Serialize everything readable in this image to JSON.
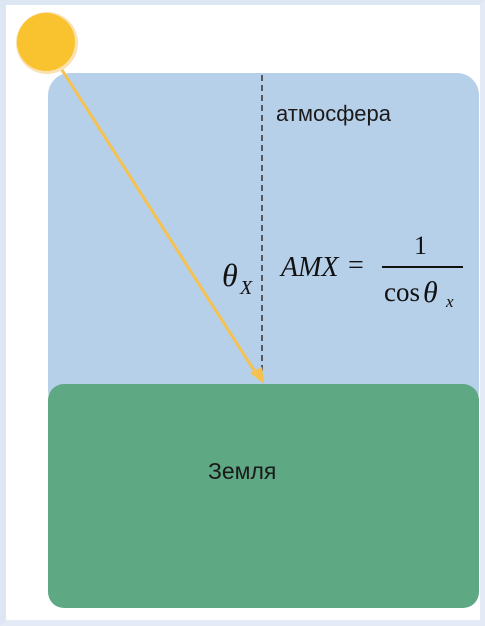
{
  "diagram": {
    "atmosphere_label": "атмосфера",
    "ground_label": "Земля",
    "angle_symbol": "θ",
    "angle_subscript": "X",
    "formula": {
      "lhs": "AMX",
      "equals": "=",
      "numerator": "1",
      "denominator_func": "cos",
      "denominator_symbol": "θ",
      "denominator_subscript": "x"
    }
  },
  "colors": {
    "atmosphere": "#b7d0ea",
    "ground": "#5ea884",
    "sun": "#f9c22f",
    "ray": "#f5c24f",
    "frame": "#dde6f3"
  },
  "icons": {
    "sun": "sun-icon"
  }
}
